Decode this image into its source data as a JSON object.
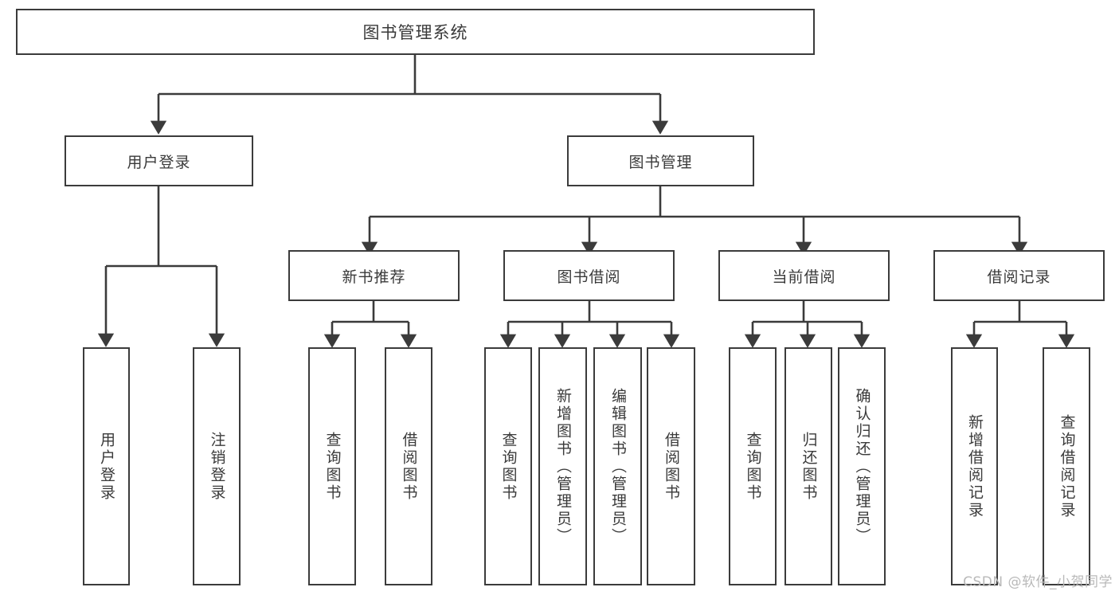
{
  "diagram": {
    "type": "tree",
    "title": "图书管理系统",
    "watermark": "CSDN @软件_小贺同学",
    "nodes": {
      "root": {
        "label": "图书管理系统"
      },
      "level2": [
        {
          "id": "user-login",
          "label": "用户登录"
        },
        {
          "id": "book-manage",
          "label": "图书管理"
        }
      ],
      "level3": [
        {
          "id": "new-book-recommend",
          "label": "新书推荐"
        },
        {
          "id": "book-borrow",
          "label": "图书借阅"
        },
        {
          "id": "current-borrow",
          "label": "当前借阅"
        },
        {
          "id": "borrow-record",
          "label": "借阅记录"
        }
      ],
      "leaves": [
        {
          "id": "leaf-user-login",
          "label": "用户登录",
          "parent": "user-login"
        },
        {
          "id": "leaf-user-logout",
          "label": "注销登录",
          "parent": "user-login"
        },
        {
          "id": "leaf-query-book-1",
          "label": "查询图书",
          "parent": "new-book-recommend"
        },
        {
          "id": "leaf-borrow-book-1",
          "label": "借阅图书",
          "parent": "new-book-recommend"
        },
        {
          "id": "leaf-query-book-2",
          "label": "查询图书",
          "parent": "book-borrow"
        },
        {
          "id": "leaf-add-book",
          "label": "新增图书（管理员）",
          "parent": "book-borrow"
        },
        {
          "id": "leaf-edit-book",
          "label": "编辑图书（管理员）",
          "parent": "book-borrow"
        },
        {
          "id": "leaf-borrow-book-2",
          "label": "借阅图书",
          "parent": "book-borrow"
        },
        {
          "id": "leaf-query-book-3",
          "label": "查询图书",
          "parent": "current-borrow"
        },
        {
          "id": "leaf-return-book",
          "label": "归还图书",
          "parent": "current-borrow"
        },
        {
          "id": "leaf-confirm-return",
          "label": "确认归还（管理员）",
          "parent": "current-borrow"
        },
        {
          "id": "leaf-add-record",
          "label": "新增借阅记录",
          "parent": "borrow-record"
        },
        {
          "id": "leaf-query-record",
          "label": "查询借阅记录",
          "parent": "borrow-record"
        }
      ]
    },
    "colors": {
      "stroke": "#3b3b3b",
      "text": "#3a3a3a",
      "background": "#ffffff",
      "watermark": "#b9b9b9"
    }
  }
}
